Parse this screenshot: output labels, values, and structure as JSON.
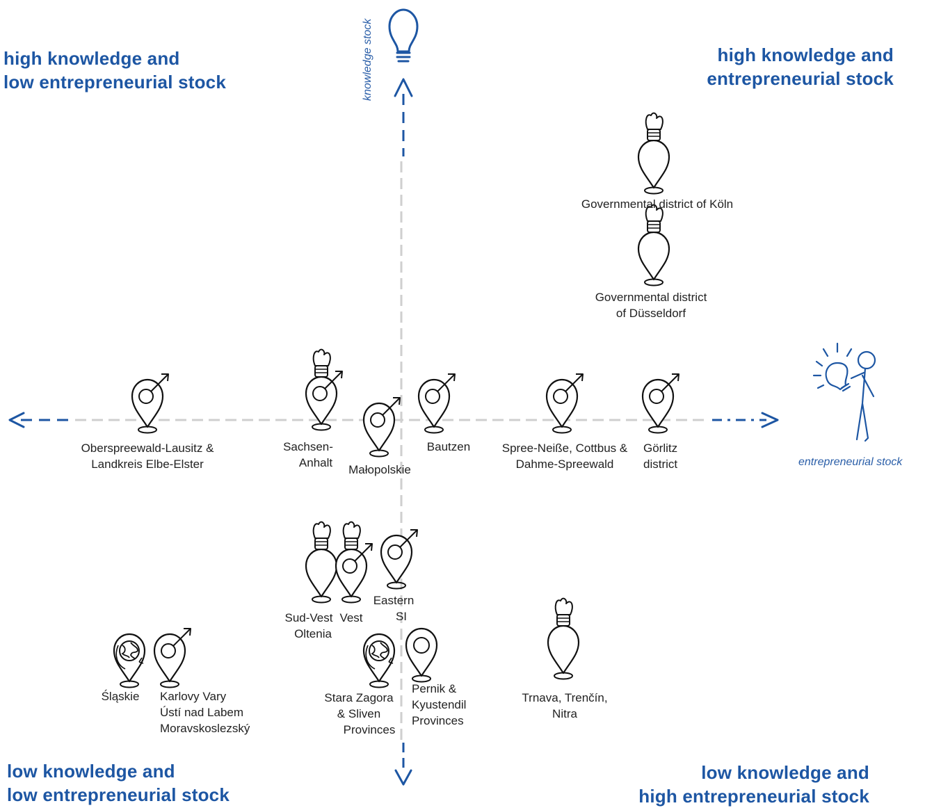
{
  "quadrants": {
    "top_left": [
      "high knowledge and",
      "low entrepreneurial stock"
    ],
    "top_right": [
      "high knowledge and",
      "entrepreneurial stock"
    ],
    "bottom_left": [
      "low knowledge and",
      "low entrepreneurial stock"
    ],
    "bottom_right": [
      "low knowledge and",
      "high entrepreneurial stock"
    ]
  },
  "axes": {
    "y_label": "knowledge stock",
    "x_label": "entrepreneurial stock"
  },
  "colors": {
    "accent": "#1d56a3",
    "axis": "#cfcfcf",
    "ink": "#222222"
  },
  "regions": [
    {
      "icon": "bulb-pin-icon",
      "lines": [
        "Governmental district of Köln"
      ]
    },
    {
      "icon": "bulb-pin-icon",
      "lines": [
        "Governmental district",
        "of Düsseldorf"
      ]
    },
    {
      "icon": "arrow-pin-icon",
      "lines": [
        "Oberspreewald-Lausitz &",
        "Landkreis Elbe-Elster"
      ]
    },
    {
      "icon": "bulb-arrow-pin-icon",
      "lines": [
        "Sachsen-",
        "Anhalt"
      ]
    },
    {
      "icon": "arrow-pin-icon",
      "lines": [
        "Małopolskie"
      ]
    },
    {
      "icon": "arrow-pin-icon",
      "lines": [
        "Bautzen"
      ]
    },
    {
      "icon": "arrow-pin-icon",
      "lines": [
        "Spree-Neiße, Cottbus &",
        "Dahme-Spreewald"
      ]
    },
    {
      "icon": "arrow-pin-icon",
      "lines": [
        "Görlitz",
        "district"
      ]
    },
    {
      "icon": "bulb-pin-icon",
      "lines": [
        "Sud-Vest",
        "Oltenia"
      ]
    },
    {
      "icon": "bulb-arrow-pin-icon",
      "lines": [
        "Vest"
      ]
    },
    {
      "icon": "arrow-pin-icon",
      "lines": [
        "Eastern",
        "SI"
      ]
    },
    {
      "icon": "globe-pin-icon",
      "lines": [
        "Śląskie"
      ]
    },
    {
      "icon": "arrow-pin-icon",
      "lines": [
        "Karlovy Vary",
        "Ústí nad Labem",
        "Moravskoslezský"
      ]
    },
    {
      "icon": "globe-pin-icon",
      "lines": [
        "Stara Zagora",
        "& Sliven",
        "Provinces"
      ]
    },
    {
      "icon": "plain-pin-icon",
      "lines": [
        "Pernik &",
        "Kyustendil",
        "Provinces"
      ]
    },
    {
      "icon": "bulb-pin-icon",
      "lines": [
        "Trnava, Trenčín,",
        "Nitra"
      ]
    }
  ]
}
